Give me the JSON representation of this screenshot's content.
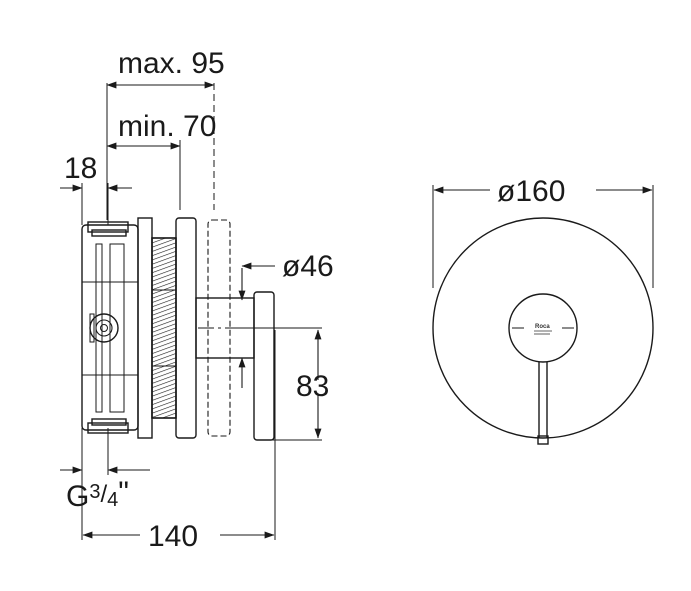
{
  "dimensions": {
    "max_depth": "max. 95",
    "min_depth": "min. 70",
    "wall_offset": "18",
    "escutcheon_hub_diameter": "ø46",
    "handle_height": "83",
    "connection": {
      "prefix": "G",
      "fraction_num": "3",
      "fraction_sep": "/",
      "fraction_den": "4",
      "suffix": "\""
    },
    "overall_depth": "140",
    "plate_diameter": "ø160"
  },
  "logo": {
    "brand": "Roca"
  },
  "colors": {
    "line": "#1a1a1a",
    "hatch_background": "#ffffff"
  }
}
